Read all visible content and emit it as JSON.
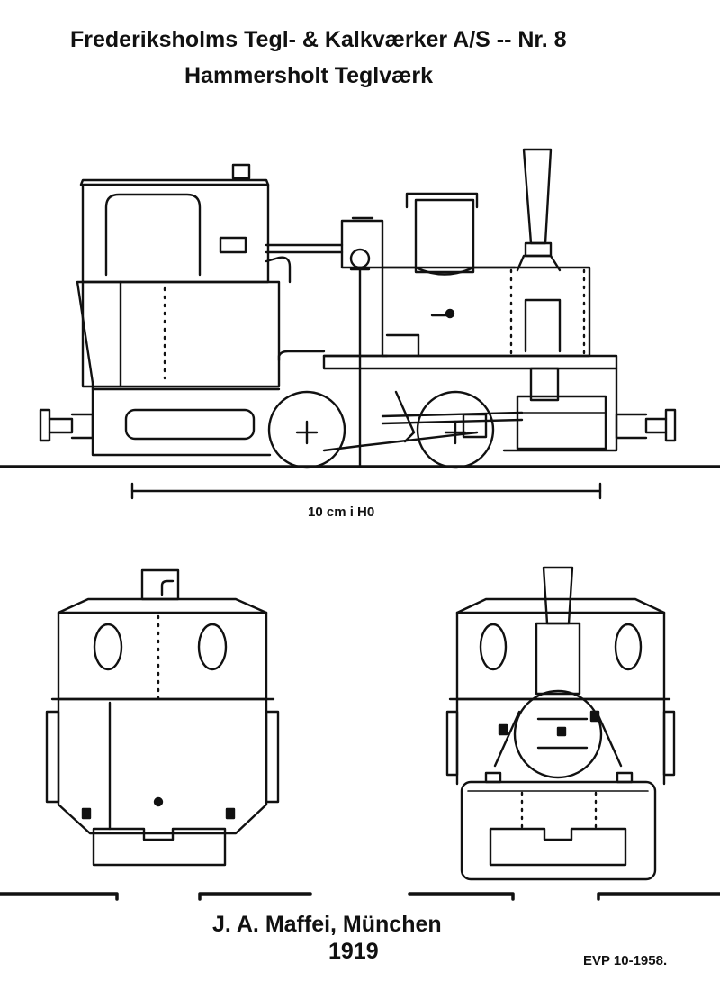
{
  "drawing": {
    "title_line1": "Frederiksholms Tegl- & Kalkværker A/S --  Nr. 8",
    "title_line2": "Hammersholt  Teglværk",
    "scale_label": "10 cm i H0",
    "maker": "J. A. Maffei,   München",
    "year": "1919",
    "reference": "EVP 10-1958."
  }
}
